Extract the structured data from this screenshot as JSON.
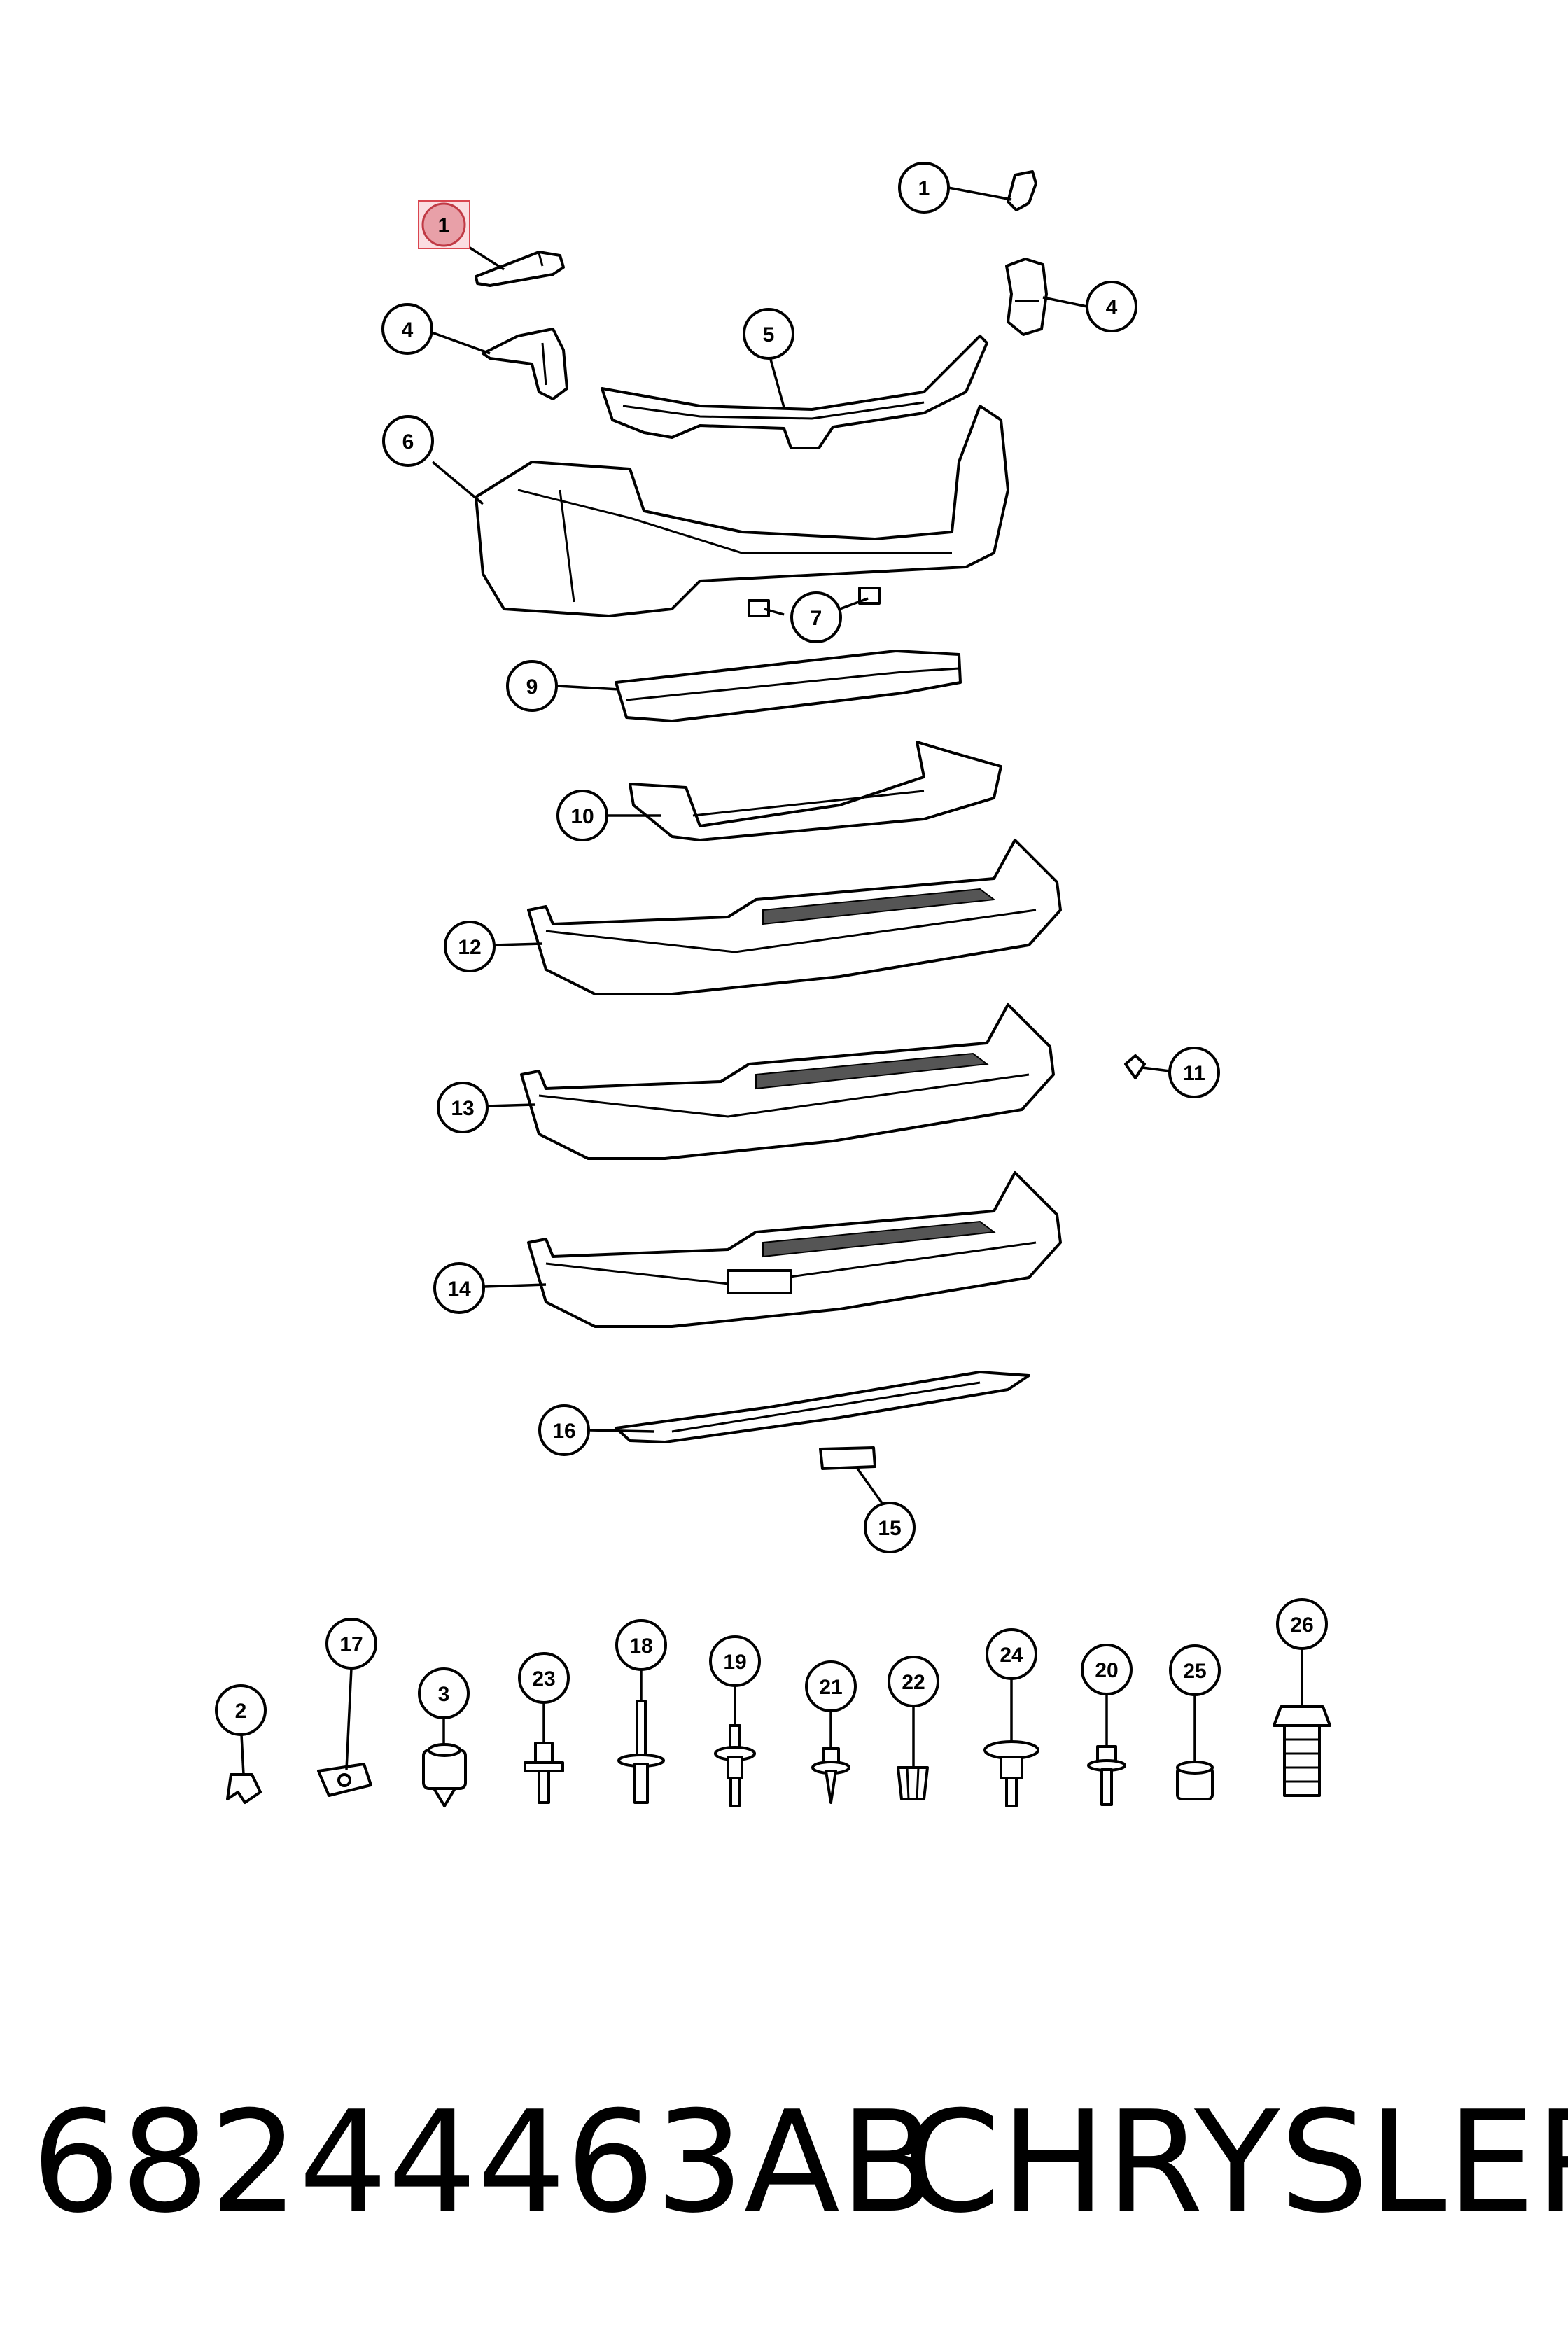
{
  "footer": {
    "part_number": "68244463AB",
    "brand": "CHRYSLER"
  },
  "highlight_color": "#e8a0a8",
  "callouts": {
    "c1a": "1",
    "c1b": "1",
    "c4a": "4",
    "c4b": "4",
    "c5": "5",
    "c6": "6",
    "c7": "7",
    "c9": "9",
    "c10": "10",
    "c11": "11",
    "c12": "12",
    "c13": "13",
    "c14": "14",
    "c15": "15",
    "c16": "16",
    "c2": "2",
    "c17": "17",
    "c3": "3",
    "c23": "23",
    "c18": "18",
    "c19": "19",
    "c21": "21",
    "c22": "22",
    "c24": "24",
    "c20": "20",
    "c25": "25",
    "c26": "26"
  }
}
